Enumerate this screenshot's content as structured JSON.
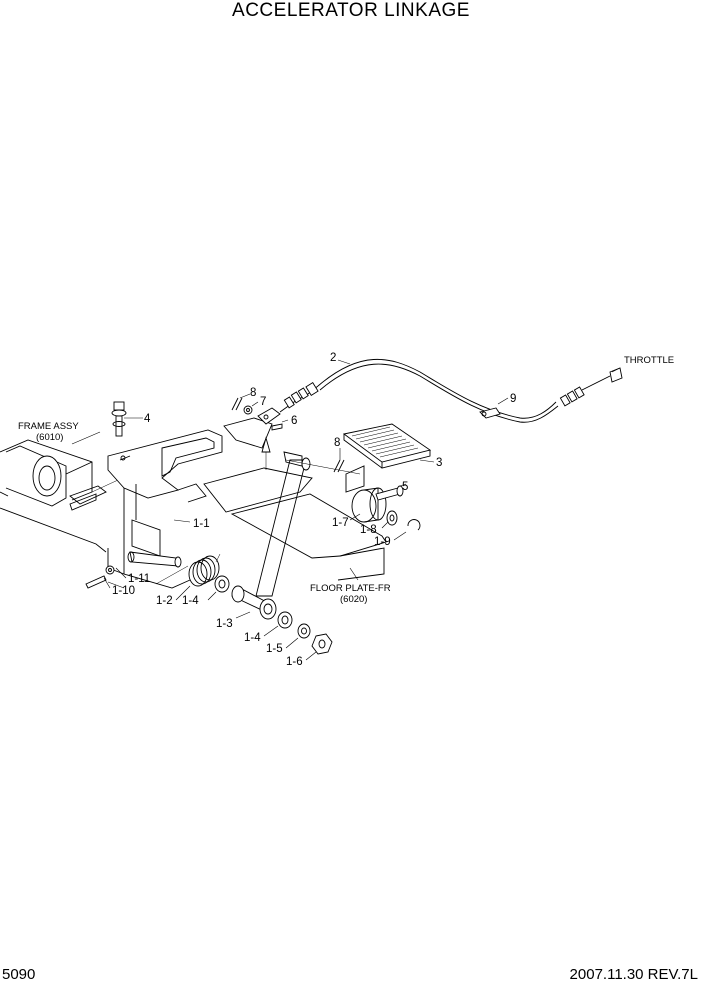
{
  "header": {
    "title": "ACCELERATOR LINKAGE"
  },
  "footer": {
    "page_number": "5090",
    "revision": "2007.11.30  REV.7L"
  },
  "references": {
    "frame_assy": "FRAME ASSY",
    "frame_assy_code": "(6010)",
    "floor_plate": "FLOOR PLATE-FR",
    "floor_plate_code": "(6020)",
    "throttle": "THROTTLE"
  },
  "parts": {
    "p1_1": "1-1",
    "p1_2": "1-2",
    "p1_3": "1-3",
    "p1_4a": "1-4",
    "p1_4b": "1-4",
    "p1_5": "1-5",
    "p1_6": "1-6",
    "p1_7": "1-7",
    "p1_8": "1-8",
    "p1_9": "1-9",
    "p1_10": "1-10",
    "p1_11": "1-11",
    "p2": "2",
    "p3": "3",
    "p4": "4",
    "p5": "5",
    "p6": "6",
    "p7": "7",
    "p8a": "8",
    "p8b": "8",
    "p9": "9"
  }
}
